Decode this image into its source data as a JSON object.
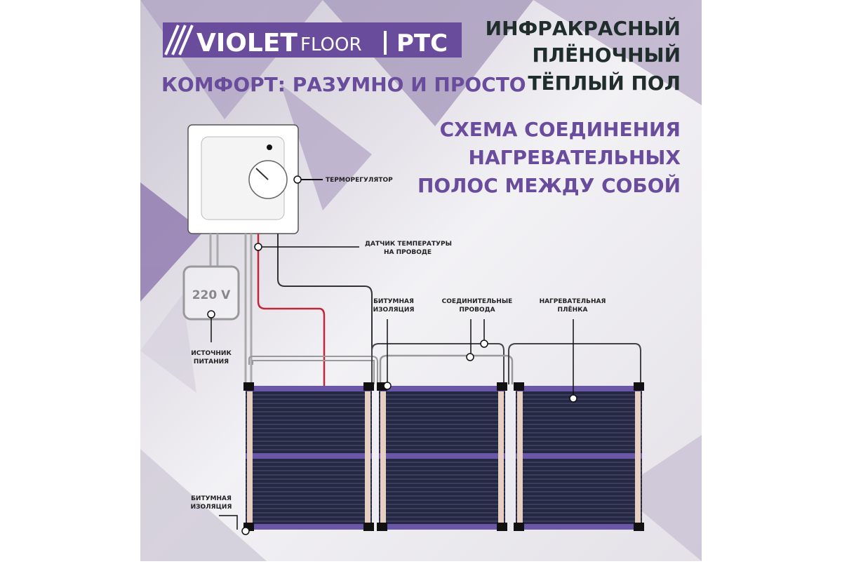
{
  "brand": {
    "violet": "VIOLET",
    "floor": "FLOOR",
    "ptc": "PTC"
  },
  "tagline": "КОМФОРТ: РАЗУМНО И ПРОСТО",
  "product_title": [
    "ИНФРАКРАСНЫЙ",
    "ПЛЁНОЧНЫЙ",
    "ТЁПЛЫЙ ПОЛ"
  ],
  "scheme_title": [
    "СХЕМА СОЕДИНЕНИЯ",
    "НАГРЕВАТЕЛЬНЫХ",
    "ПОЛОС МЕЖДУ СОБОЙ"
  ],
  "labels": {
    "thermostat": "ТЕРМОРЕГУЛЯТОР",
    "sensor": [
      "ДАТЧИК ТЕМПЕРАТУРЫ",
      "НА ПРОВОДЕ"
    ],
    "power_value": "220 V",
    "power": [
      "ИСТОЧНИК",
      "ПИТАНИЯ"
    ],
    "bitumen_top": [
      "БИТУМНАЯ",
      "ИЗОЛЯЦИЯ"
    ],
    "wires": [
      "СОЕДИНИТЕЛЬНЫЕ",
      "ПРОВОДА"
    ],
    "film": [
      "НАГРЕВАТЕЛЬНАЯ",
      "ПЛЁНКА"
    ],
    "bitumen_bottom": [
      "БИТУМНАЯ",
      "ИЗОЛЯЦИЯ"
    ]
  },
  "colors": {
    "brand_purple": "#6a4c9c",
    "title_dark": "#1f2d2b",
    "film_dark": "#2a2d4a",
    "film_band": "#6b57a8",
    "live_wire": "#c0263a"
  }
}
